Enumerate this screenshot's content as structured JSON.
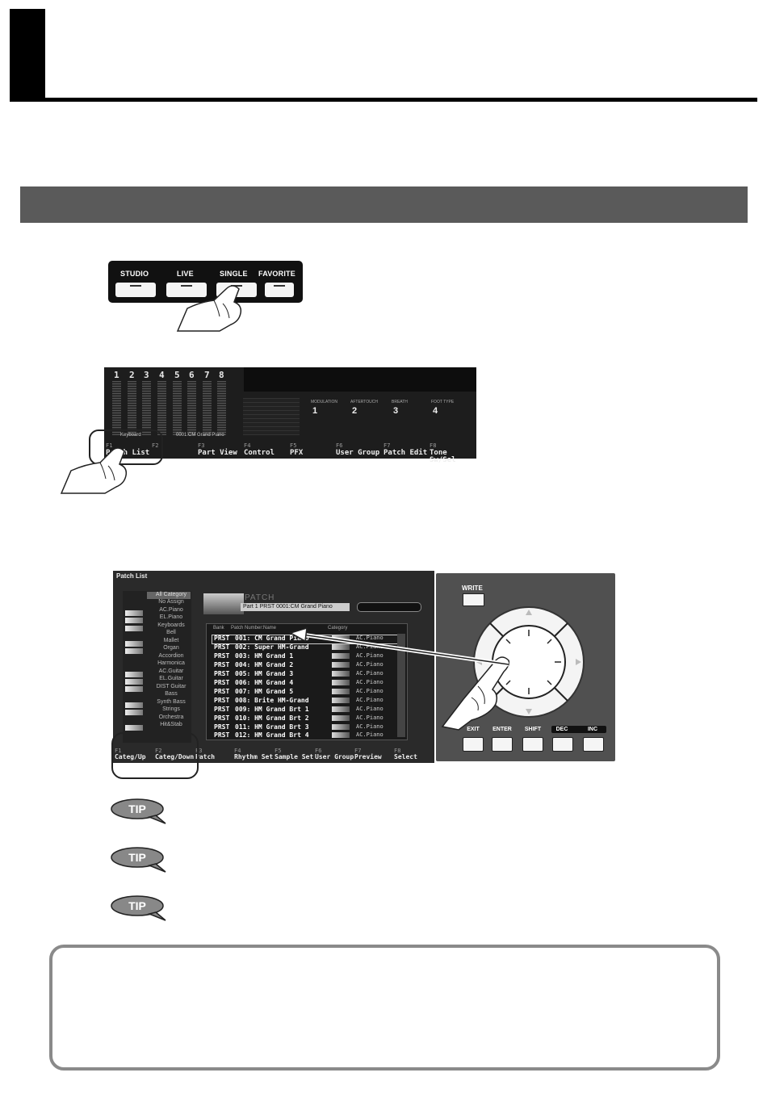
{
  "mode_buttons": {
    "labels": [
      "STUDIO",
      "LIVE",
      "SINGLE",
      "FAVORITE"
    ]
  },
  "screen1": {
    "channels": [
      "1",
      "2",
      "3",
      "4",
      "5",
      "6",
      "7",
      "8"
    ],
    "param_labels": [
      "MODULATION",
      "AFTERTOUCH",
      "BREATH",
      "FOOT TYPE"
    ],
    "param_values": [
      "1",
      "2",
      "3",
      "4"
    ],
    "keyboard_label": "Keyboard",
    "patch_label": "0001:CM Grand Piano",
    "fkeys": [
      {
        "num": "F1",
        "label": "Patch List"
      },
      {
        "num": "F2",
        "label": ""
      },
      {
        "num": "F3",
        "label": "Part View"
      },
      {
        "num": "F4",
        "label": "Control"
      },
      {
        "num": "F5",
        "label": "PFX"
      },
      {
        "num": "F6",
        "label": "User Group"
      },
      {
        "num": "F7",
        "label": "Patch Edit"
      },
      {
        "num": "F8",
        "label": "Tone Sw/Sel"
      }
    ]
  },
  "screen2": {
    "title": "Patch List",
    "patch_header": "PATCH",
    "current_patch": "Part 1  PRST  0001:CM Grand Piano",
    "categories": [
      "All Category",
      "No Assign",
      "AC.Piano",
      "EL.Piano",
      "Keyboards",
      "Bell",
      "Mallet",
      "Organ",
      "Accordion",
      "Harmonica",
      "AC.Guitar",
      "EL.Guitar",
      "DIST Guitar",
      "Bass",
      "Synth Bass",
      "Strings",
      "Orchestra",
      "Hit&Stab"
    ],
    "column_headers": [
      "Bank",
      "Patch Number:Name",
      "Category"
    ],
    "patches": [
      {
        "bank": "PRST",
        "name": "001: CM Grand Piano",
        "category": "AC.Piano"
      },
      {
        "bank": "PRST",
        "name": "002: Super HM-Grand",
        "category": "AC.Piano"
      },
      {
        "bank": "PRST",
        "name": "003: HM Grand 1",
        "category": "AC.Piano"
      },
      {
        "bank": "PRST",
        "name": "004: HM Grand 2",
        "category": "AC.Piano"
      },
      {
        "bank": "PRST",
        "name": "005: HM Grand 3",
        "category": "AC.Piano"
      },
      {
        "bank": "PRST",
        "name": "006: HM Grand 4",
        "category": "AC.Piano"
      },
      {
        "bank": "PRST",
        "name": "007: HM Grand 5",
        "category": "AC.Piano"
      },
      {
        "bank": "PRST",
        "name": "008: Brite HM-Grand",
        "category": "AC.Piano"
      },
      {
        "bank": "PRST",
        "name": "009: HM Grand Brt 1",
        "category": "AC.Piano"
      },
      {
        "bank": "PRST",
        "name": "010: HM Grand Brt 2",
        "category": "AC.Piano"
      },
      {
        "bank": "PRST",
        "name": "011: HM Grand Brt 3",
        "category": "AC.Piano"
      },
      {
        "bank": "PRST",
        "name": "012: HM Grand Brt 4",
        "category": "AC.Piano"
      }
    ],
    "fkeys": [
      {
        "num": "F1",
        "label": "Categ/Up"
      },
      {
        "num": "F2",
        "label": "Categ/Down"
      },
      {
        "num": "F3",
        "label": "Patch"
      },
      {
        "num": "F4",
        "label": "Rhythm Set"
      },
      {
        "num": "F5",
        "label": "Sample Set"
      },
      {
        "num": "F6",
        "label": "User Group"
      },
      {
        "num": "F7",
        "label": "Preview"
      },
      {
        "num": "F8",
        "label": "Select"
      }
    ]
  },
  "dial_panel": {
    "write_label": "WRITE",
    "button_labels": [
      "EXIT",
      "ENTER",
      "SHIFT",
      "DEC",
      "INC"
    ]
  },
  "tips": [
    "TIP",
    "TIP",
    "TIP"
  ]
}
